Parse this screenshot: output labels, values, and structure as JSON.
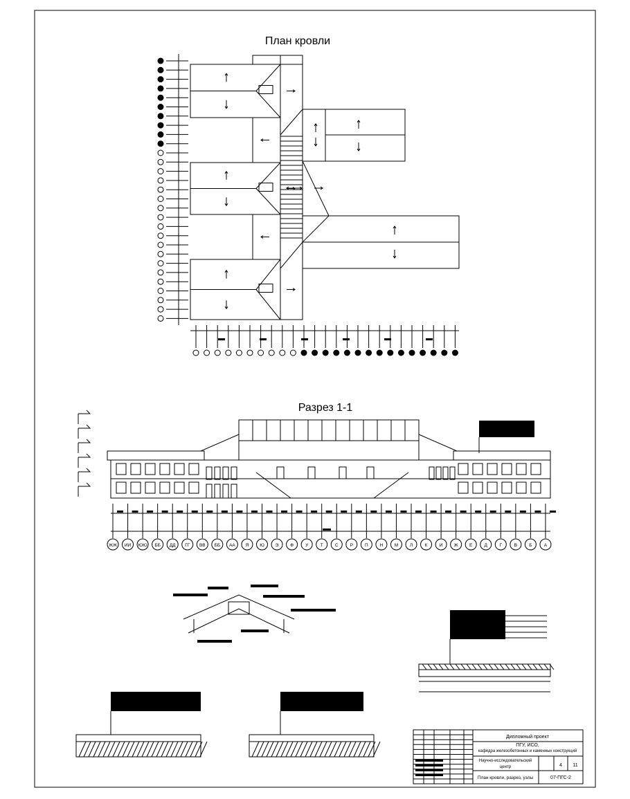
{
  "roof_plan": {
    "title": "План кровли"
  },
  "section": {
    "title": "Разрез 1-1",
    "axes": [
      "ЖЖ",
      "ИИ",
      "ЮЮ",
      "ББ",
      "ДД",
      "ГГ",
      "ВВ",
      "ББ",
      "АА",
      "Я",
      "Ю",
      "Э",
      "Ф",
      "У",
      "Т",
      "С",
      "Р",
      "П",
      "Н",
      "М",
      "Л",
      "К",
      "И",
      "Ж",
      "Е",
      "Д",
      "Г",
      "В",
      "Б",
      "А"
    ]
  },
  "title_block": {
    "project": "Дипломный проект",
    "org": "ПГУ, ИСО,",
    "dept": "кафедра железобетонных и каменных конструкций",
    "object_line1": "Научно-исследовательский",
    "object_line2": "центр",
    "sheet": "4",
    "sheets": "11",
    "sheet_title": "План кровли, разрез, узлы",
    "code": "07-ПГС-2"
  }
}
